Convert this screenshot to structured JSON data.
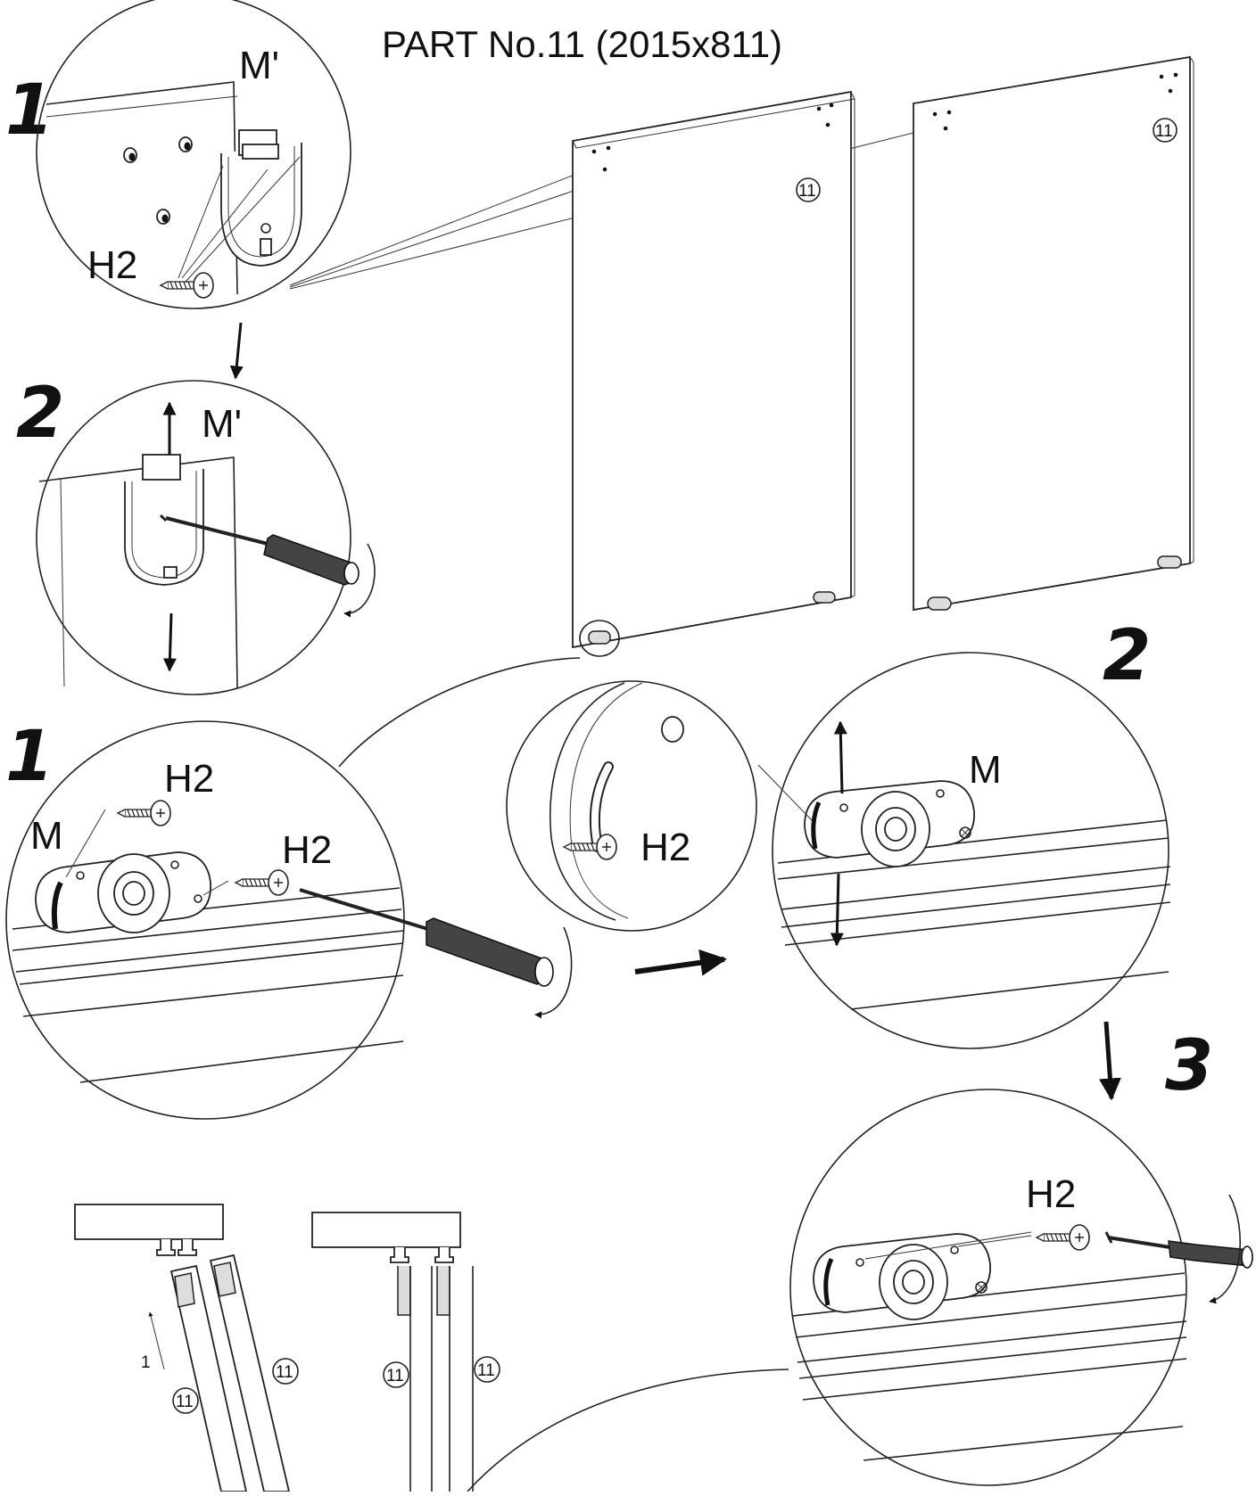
{
  "title": "PART No.11 (2015x811)",
  "steps": {
    "top_1": "1",
    "top_2": "2",
    "mid_1": "1",
    "mid_2": "2",
    "mid_3": "3"
  },
  "labels": {
    "m_prime": "M'",
    "m": "M",
    "h2": "H2"
  },
  "part_tag": "11",
  "sequence_mark": "1",
  "icons": [
    "screw-icon",
    "screwdriver-icon",
    "arrow-icon",
    "rotation-arrow-icon",
    "roller-fitting-icon",
    "top-guide-icon"
  ]
}
